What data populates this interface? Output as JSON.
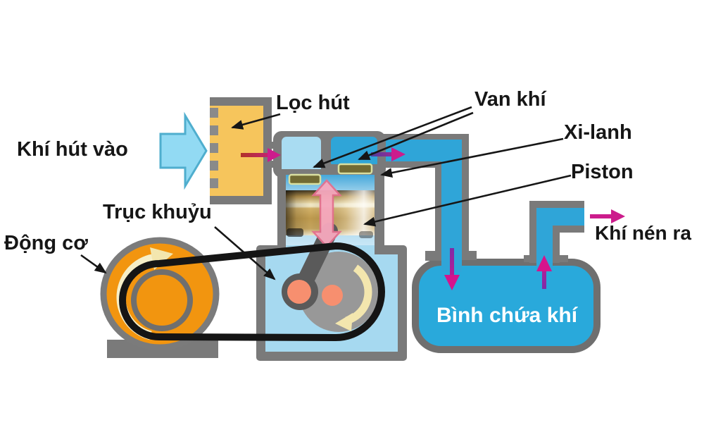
{
  "labels": {
    "khi_hut_vao": "Khí hút vào",
    "loc_hut": "Lọc hút",
    "van_khi": "Van khí",
    "xi_lanh": "Xi-lanh",
    "piston": "Piston",
    "truc_khuyu": "Trục khuỷu",
    "dong_co": "Động cơ",
    "binh_chua_khi": "Bình chứa khí",
    "khi_nen_ra": "Khí nén ra"
  },
  "icons": {
    "intake_block_arrow": "large light-blue right arrow (air being sucked in)",
    "flow_arrow_filter_to_head": "red-to-magenta right arrow",
    "flow_arrow_head_to_pipe": "purple-to-magenta right arrow",
    "flow_arrow_into_tank": "purple-to-magenta down arrow",
    "flow_arrow_out_of_tank": "purple-to-magenta up arrow",
    "flow_arrow_outlet": "magenta right arrow",
    "piston_motion_arrow": "pink double-headed vertical arrow",
    "motor_rotation_arrow": "cream curved arrow (counter-clockwise)",
    "flywheel_rotation_arrow": "cream curved arrow (clockwise)"
  },
  "colors": {
    "structure_gray": "#7a7a7a",
    "dark_gray": "#5a5a5a",
    "filter_yellow": "#F6C55C",
    "intake_blue": "#92DAF3",
    "intake_blue_border": "#4FAECE",
    "pale_blue": "#A9DCF2",
    "pipe_blue": "#2FA5D8",
    "tank_blue": "#29A9DB",
    "case_blue": "#A6D9F0",
    "motor_orange": "#F2950F",
    "flywheel_gray": "#989898",
    "pin_salmon": "#F78F6F",
    "belt_black": "#151515",
    "valve_olive": "#716A33",
    "valve_edge": "#D9DFA0",
    "pink": "#F6A8BE",
    "pink_edge": "#E4708E",
    "magenta": "#CC1C8C",
    "cream": "#F3E6AE",
    "label_black": "#161616"
  }
}
